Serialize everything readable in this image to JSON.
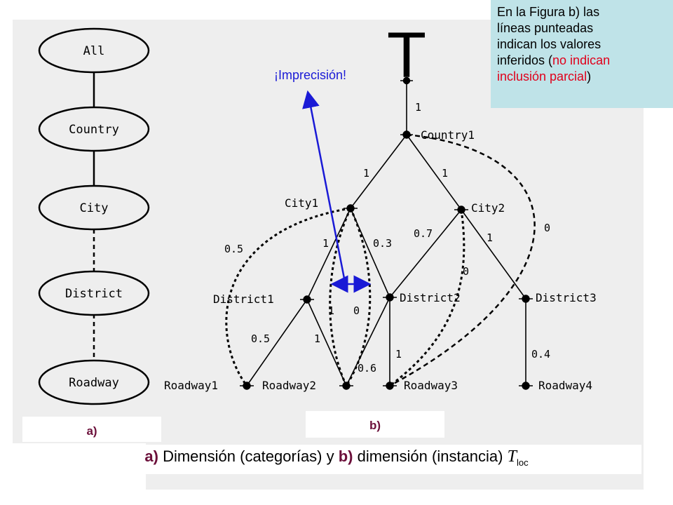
{
  "note": {
    "line1": "En la Figura b) las",
    "line2": "líneas punteadas",
    "line3": "indican los valores",
    "line4_prefix": "inferidos (",
    "line4_red": "no indican",
    "line5_red": "inclusión parcial",
    "line5_suffix": ")"
  },
  "annotation": "¡Imprecisión!",
  "panel_a": {
    "label": "a)",
    "categories": [
      "All",
      "Country",
      "City",
      "District",
      "Roadway"
    ]
  },
  "panel_b": {
    "label": "b)",
    "root_symbol": "T",
    "nodes": [
      "Country1",
      "City1",
      "City2",
      "District1",
      "District2",
      "District3",
      "Roadway1",
      "Roadway2",
      "Roadway3",
      "Roadway4"
    ],
    "edge_labels": [
      "1",
      "1",
      "1",
      "0.5",
      "1",
      "0.3",
      "0.7",
      "1",
      "0",
      "0",
      "1",
      "0",
      "0.5",
      "1",
      "0.6",
      "1",
      "0.4"
    ]
  },
  "caption": {
    "a_label": "a)",
    "text1": " Dimensión (categorías) y ",
    "b_label": "b)",
    "text2": " dimensión (instancia) ",
    "symbol": "T",
    "subscript": "loc"
  },
  "colors": {
    "note_bg": "#bfe3e8",
    "red": "#e0001b",
    "arrow": "#1a1ad6",
    "label": "#6b0f3a",
    "panel_bg": "#eeeeee"
  }
}
